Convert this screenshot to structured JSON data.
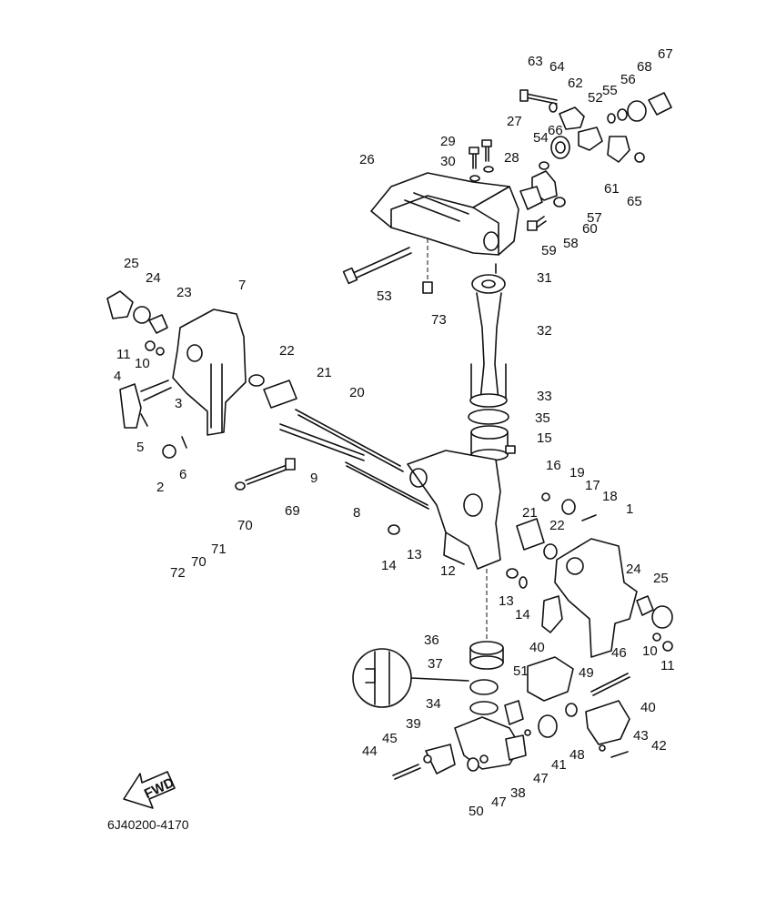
{
  "document_code": "6J40200-4170",
  "fwd_arrow_label": "FWD",
  "callouts": [
    "63",
    "64",
    "62",
    "52",
    "55",
    "56",
    "68",
    "67",
    "27",
    "29",
    "66",
    "54",
    "30",
    "28",
    "26",
    "61",
    "65",
    "57",
    "60",
    "58",
    "59",
    "31",
    "53",
    "73",
    "32",
    "25",
    "24",
    "23",
    "7",
    "11",
    "10",
    "22",
    "21",
    "20",
    "4",
    "3",
    "33",
    "35",
    "15",
    "5",
    "6",
    "2",
    "9",
    "69",
    "16",
    "19",
    "17",
    "18",
    "8",
    "70",
    "21",
    "22",
    "1",
    "71",
    "70",
    "72",
    "13",
    "14",
    "12",
    "13",
    "14",
    "24",
    "25",
    "36",
    "37",
    "40",
    "46",
    "10",
    "11",
    "51",
    "49",
    "34",
    "39",
    "40",
    "45",
    "44",
    "48",
    "43",
    "42",
    "47",
    "41",
    "38",
    "47",
    "50"
  ]
}
